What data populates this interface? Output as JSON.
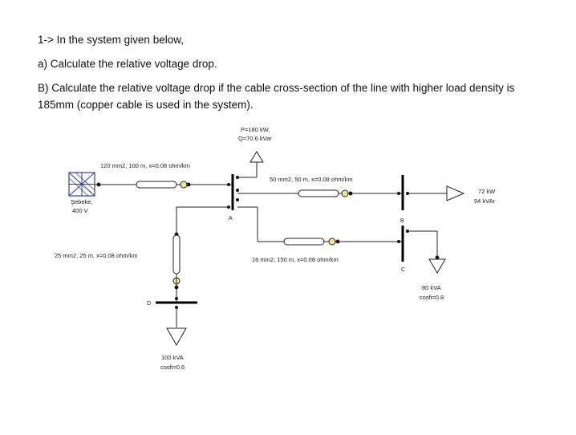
{
  "problem": {
    "line1": "1-> In the system given below,",
    "line2": "a)  Calculate the relative voltage drop.",
    "line3": "B) Calculate the relative voltage drop if the cable cross-section of the line with higher load density is",
    "line4": "185mm (copper cable is used in the system)."
  },
  "diagram": {
    "source": {
      "name": "Şebeke,",
      "voltage": "400 V"
    },
    "cables": {
      "main": "120 mm2, 100 m, x=0.08 ohm/km",
      "ab": "50 mm2, 50 m, x=0.08 ohm/km",
      "ac": "16 mm2, 150 m, x=0.08 ohm/km",
      "ad": "25 mm2, 25 m, x=0.08 ohm/km"
    },
    "buses": {
      "a": "A",
      "b": "B",
      "c": "C",
      "d": "D"
    },
    "loads": {
      "a_p": "P=180 kW,",
      "a_q": "Q=70.6 kVar",
      "b_p": "72 kW",
      "b_q": "54 kVAr",
      "c_s": "80 kVA",
      "c_pf": "cosfi=0.8",
      "d_s": "100 kVA",
      "d_pf": "cosfi=0.6"
    }
  }
}
